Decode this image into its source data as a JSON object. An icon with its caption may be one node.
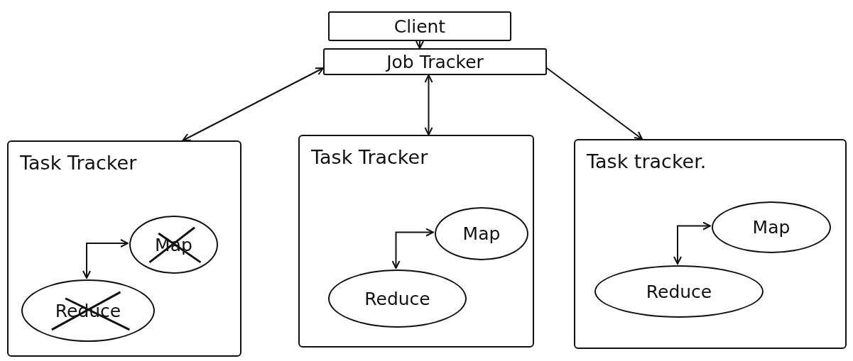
{
  "diagram": {
    "nodes": [
      {
        "text": [
          "Client"
        ]
      },
      {
        "text": [
          "Job Tracker"
        ]
      },
      {
        "text": [
          "Task Tracker"
        ]
      },
      {
        "text": [
          "Map"
        ],
        "in": 2
      },
      {
        "text": [
          "Reduce"
        ],
        "in": 2
      },
      {
        "text": [
          "Task Tracker"
        ]
      },
      {
        "text": [
          "Map"
        ],
        "in": 5
      },
      {
        "text": [
          "Reduce"
        ],
        "in": 5
      },
      {
        "text": [
          "Task tracker."
        ]
      },
      {
        "text": [
          "Map"
        ],
        "in": 8
      },
      {
        "text": [
          "Reduce"
        ],
        "in": 8
      }
    ],
    "edges": [
      {
        "from": 0,
        "to": 1,
        "arrow": "to"
      },
      {
        "from": 1,
        "to": 2,
        "arrow": "both"
      },
      {
        "from": 1,
        "to": 5,
        "arrow": "both"
      },
      {
        "from": 1,
        "to": 8,
        "arrow": "to"
      },
      {
        "from": 4,
        "to": 3,
        "arrow": "both"
      },
      {
        "from": 7,
        "to": 6,
        "arrow": "both"
      },
      {
        "from": 10,
        "to": 9,
        "arrow": "both"
      }
    ]
  }
}
